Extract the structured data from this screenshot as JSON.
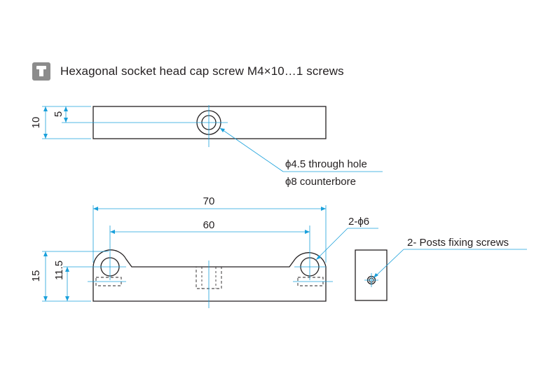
{
  "header": {
    "icon": "screw-badge-icon",
    "title": "Hexagonal socket head cap screw M4×10…1 screws"
  },
  "top_view": {
    "dim_height": "10",
    "dim_half": "5"
  },
  "callout_hole": {
    "line1": "ϕ4.5 through hole",
    "line2": "ϕ8 counterbore"
  },
  "front_view": {
    "dim_overall_width": "70",
    "dim_hole_pitch": "60",
    "dim_height": "15",
    "dim_hole_height": "11.5",
    "hole_callout": "2-ϕ6"
  },
  "side_view": {
    "callout": "2- Posts fixing screws"
  },
  "colors": {
    "outline": "#231f20",
    "dimension": "#1aa0db",
    "badge": "#8c8c8c"
  }
}
